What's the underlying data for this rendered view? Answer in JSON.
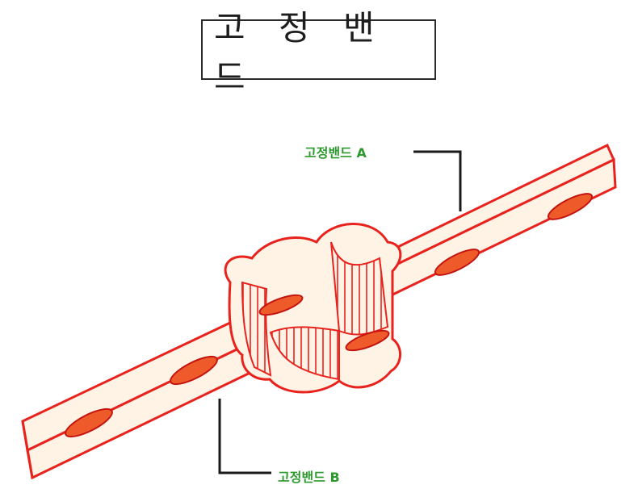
{
  "title": "고 정 밴 드",
  "labels": {
    "band_a": "고정밴드 A",
    "band_b": "고정밴드 B"
  },
  "colors": {
    "band_outline": "#e8231e",
    "band_fill": "#fff3e6",
    "hole_fill": "#ef5a2a",
    "leader_line": "#1a1a1a",
    "label_text": "#2e9a2e"
  }
}
